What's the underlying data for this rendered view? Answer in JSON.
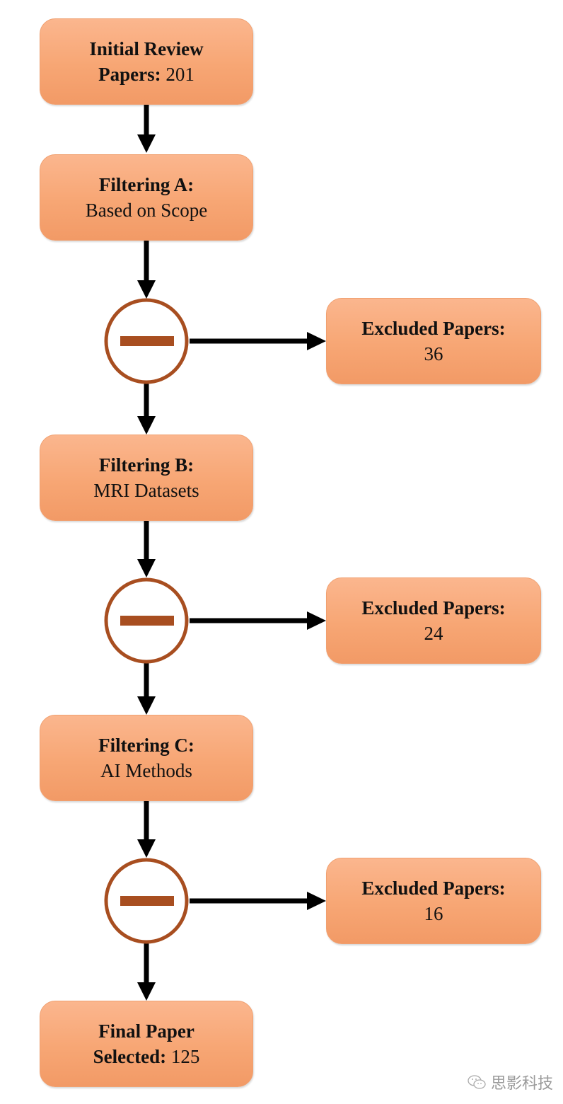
{
  "flowchart": {
    "initial": {
      "title": "Initial Review",
      "label": "Papers:",
      "value": "201"
    },
    "filter_a": {
      "title": "Filtering A:",
      "desc": "Based on Scope"
    },
    "exclude_a": {
      "label": "Excluded Papers:",
      "value": "36"
    },
    "filter_b": {
      "title": "Filtering B:",
      "desc": "MRI Datasets"
    },
    "exclude_b": {
      "label": "Excluded Papers:",
      "value": "24"
    },
    "filter_c": {
      "title": "Filtering C:",
      "desc": "AI Methods"
    },
    "exclude_c": {
      "label": "Excluded Papers:",
      "value": "16"
    },
    "final": {
      "title": "Final Paper",
      "label": "Selected:",
      "value": "125"
    }
  },
  "watermark": {
    "text": "思影科技",
    "icon": "wechat-icon"
  },
  "colors": {
    "box_fill": "#f7a674",
    "minus_circle": "#a84e20",
    "arrow": "#000000"
  }
}
